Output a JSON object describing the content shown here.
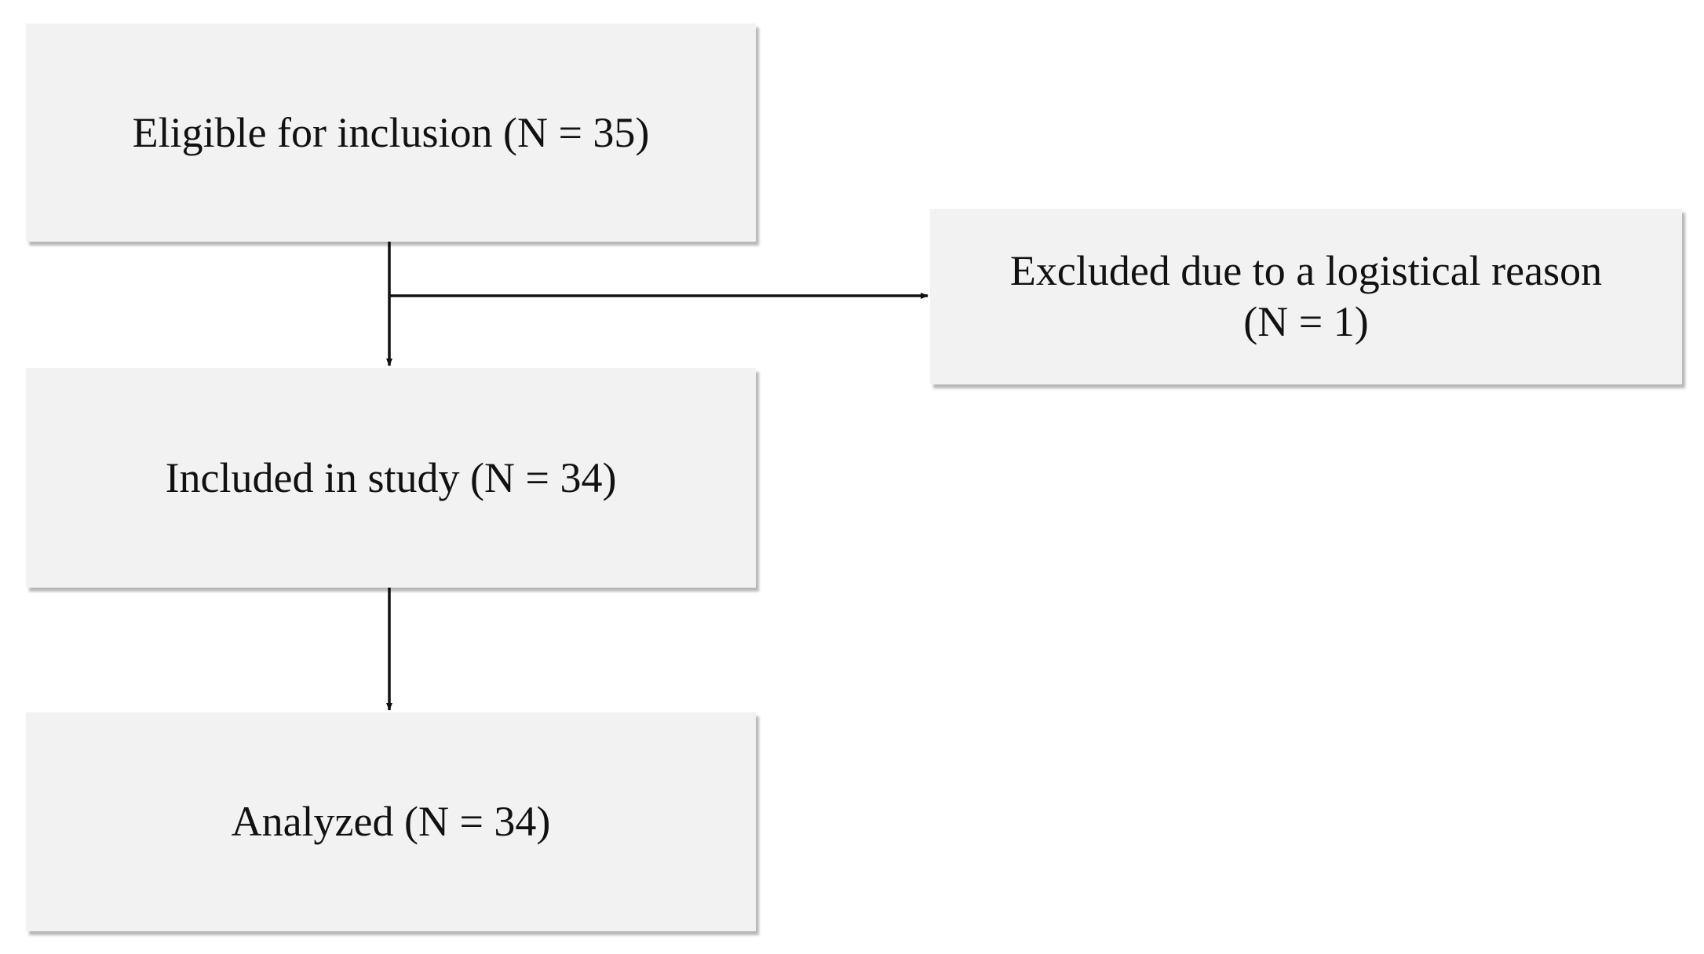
{
  "boxes": {
    "eligible": {
      "label": "Eligible for inclusion (N = 35)"
    },
    "excluded": {
      "line1": "Excluded due to a logistical reason",
      "line2": "(N = 1)"
    },
    "included": {
      "label": "Included in study (N = 34)"
    },
    "analyzed": {
      "label": "Analyzed (N = 34)"
    }
  },
  "colors": {
    "box_fill": "#f2f2f2",
    "line": "#111111"
  }
}
